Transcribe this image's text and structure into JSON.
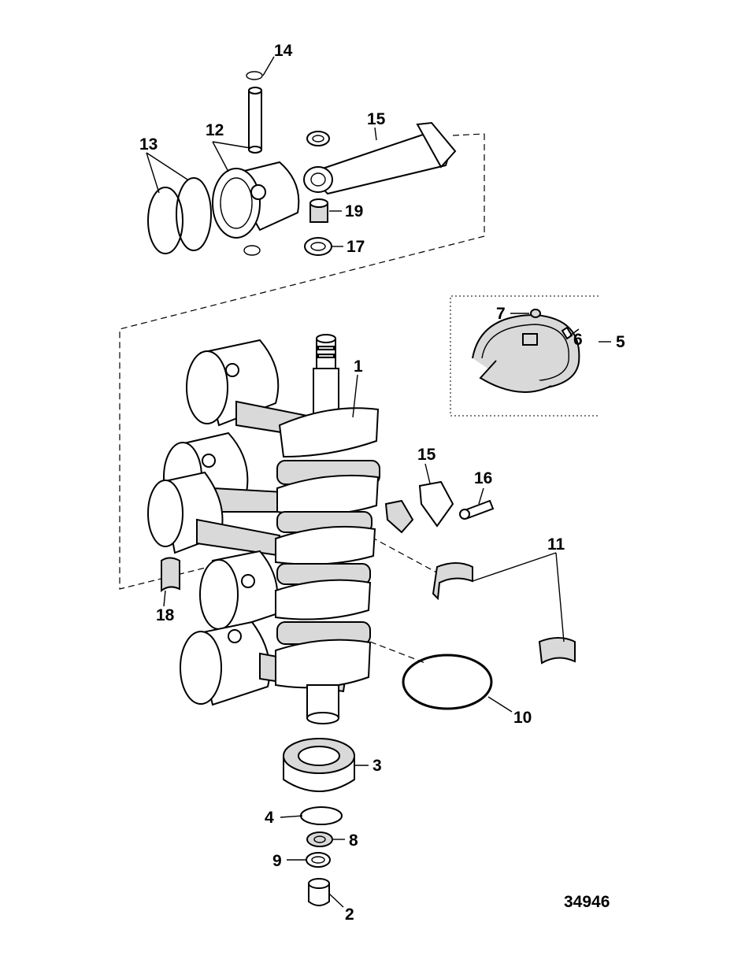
{
  "callouts": {
    "c1": "1",
    "c2": "2",
    "c3": "3",
    "c4": "4",
    "c5": "5",
    "c6": "6",
    "c7": "7",
    "c8": "8",
    "c9": "9",
    "c10": "10",
    "c11": "11",
    "c12": "12",
    "c13": "13",
    "c14": "14",
    "c15a": "15",
    "c15b": "15",
    "c16": "16",
    "c17": "17",
    "c18": "18",
    "c19": "19"
  },
  "figure_number": "34946"
}
